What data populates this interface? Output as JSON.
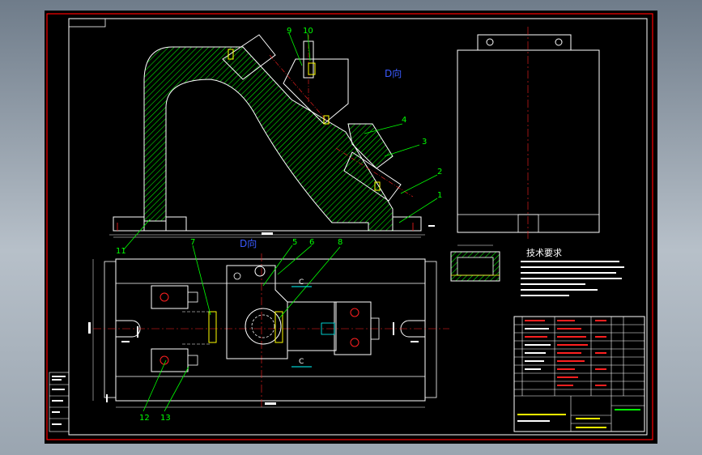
{
  "colors": {
    "background": "#000000",
    "frame": "#ff0000",
    "line": "#ffffff",
    "hatch": "#00ff00",
    "label": "#00ff00",
    "center": "#ff2020",
    "yellow": "#ffff00",
    "cyan": "#00ffff",
    "blue": "#3a5aff"
  },
  "view_titles": {
    "side_view": "D向",
    "top_view": "D向"
  },
  "balloons": [
    "1",
    "2",
    "3",
    "4",
    "5",
    "6",
    "7",
    "8",
    "9",
    "10",
    "11",
    "12",
    "13"
  ],
  "section_marks": [
    "C",
    "C"
  ],
  "tech_requirements": {
    "title": "技术要求"
  }
}
